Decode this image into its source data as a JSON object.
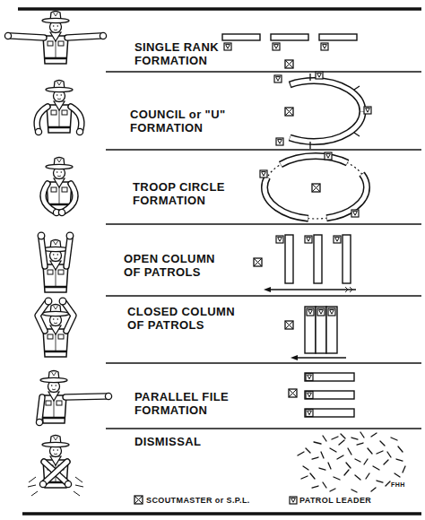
{
  "diagram": {
    "labels": [
      "SINGLE RANK FORMATION",
      "COUNCIL or \"U\" FORMATION",
      "TROOP CIRCLE FORMATION",
      "OPEN COLUMN OF PATROLS",
      "CLOSED COLUMN OF PATROLS",
      "PARALLEL FILE FORMATION",
      "DISMISSAL",
      "FHH"
    ],
    "legend": [
      {
        "text": "SCOUTMASTER or S.P.L."
      },
      {
        "text": "PATROL LEADER"
      }
    ]
  }
}
